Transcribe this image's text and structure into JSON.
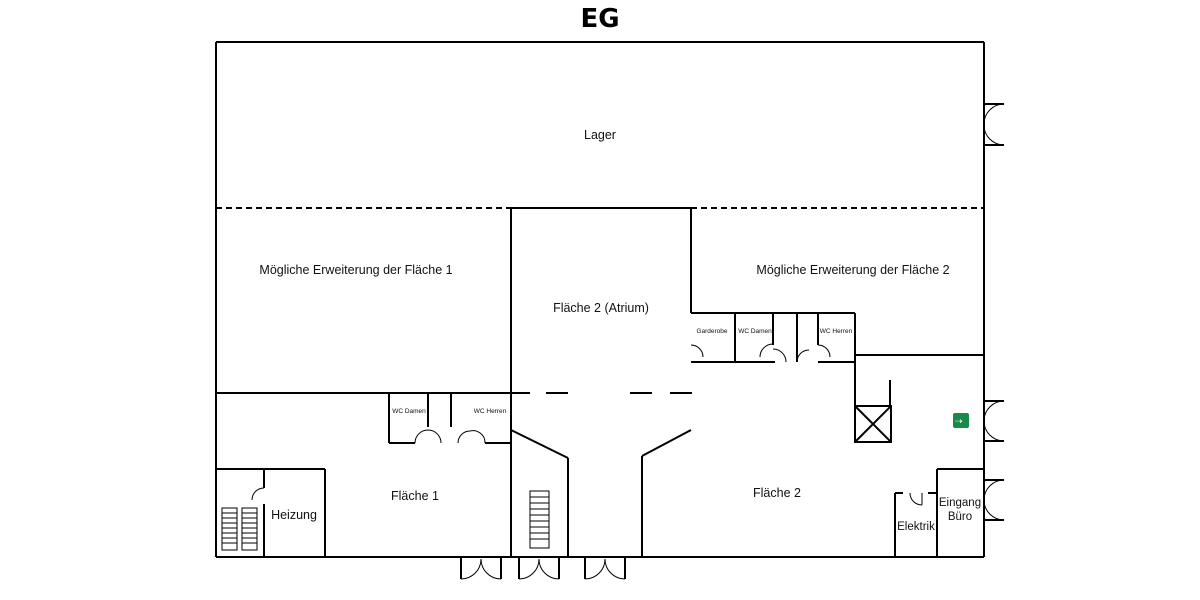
{
  "title": "EG",
  "rooms": {
    "lager": "Lager",
    "erweiterung_1": "Mögliche Erweiterung der Fläche 1",
    "erweiterung_2": "Mögliche Erweiterung der Fläche 2",
    "atrium": "Fläche 2 (Atrium)",
    "flaeche_1": "Fläche 1",
    "flaeche_2": "Fläche 2",
    "heizung": "Heizung",
    "garderobe": "Garderobe",
    "wc_damen": "WC Damen",
    "wc_herren": "WC Herren",
    "elektrik": "Elektrik",
    "eingang_line1": "Eingang",
    "eingang_line2": "Büro"
  },
  "icons": {
    "exit_sign": "emergency-exit-icon",
    "exit_color": "#1a8a4a"
  }
}
